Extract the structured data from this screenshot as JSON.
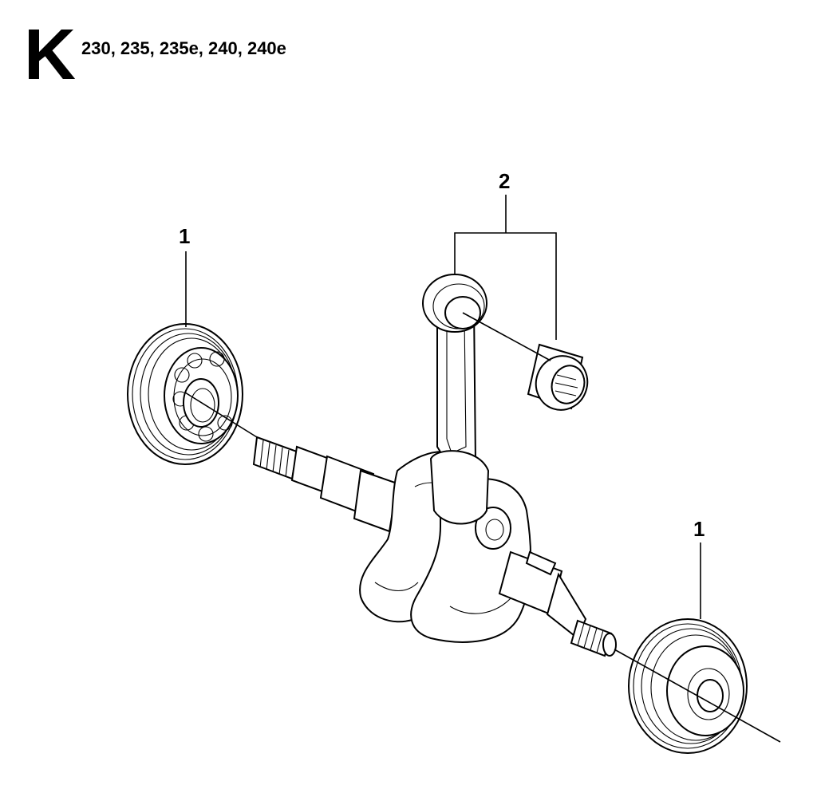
{
  "header": {
    "section_letter": "K",
    "models": "230, 235, 235e, 240, 240e"
  },
  "callouts": {
    "bearing_left": "1",
    "bearing_right": "1",
    "connecting_rod_kit": "2"
  }
}
